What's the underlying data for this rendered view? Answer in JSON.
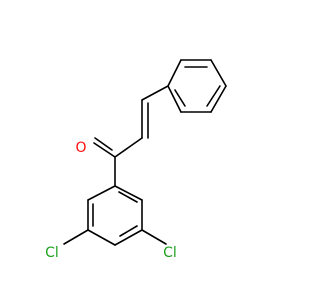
{
  "molecule": {
    "atoms": {
      "oxygen": {
        "label": "O",
        "color": "#ff0d0d"
      },
      "chlorine_left": {
        "label": "Cl",
        "color": "#1fa01f"
      },
      "chlorine_right": {
        "label": "Cl",
        "color": "#1fa01f"
      }
    },
    "colors": {
      "bond": "#000000",
      "background": "#ffffff"
    }
  }
}
